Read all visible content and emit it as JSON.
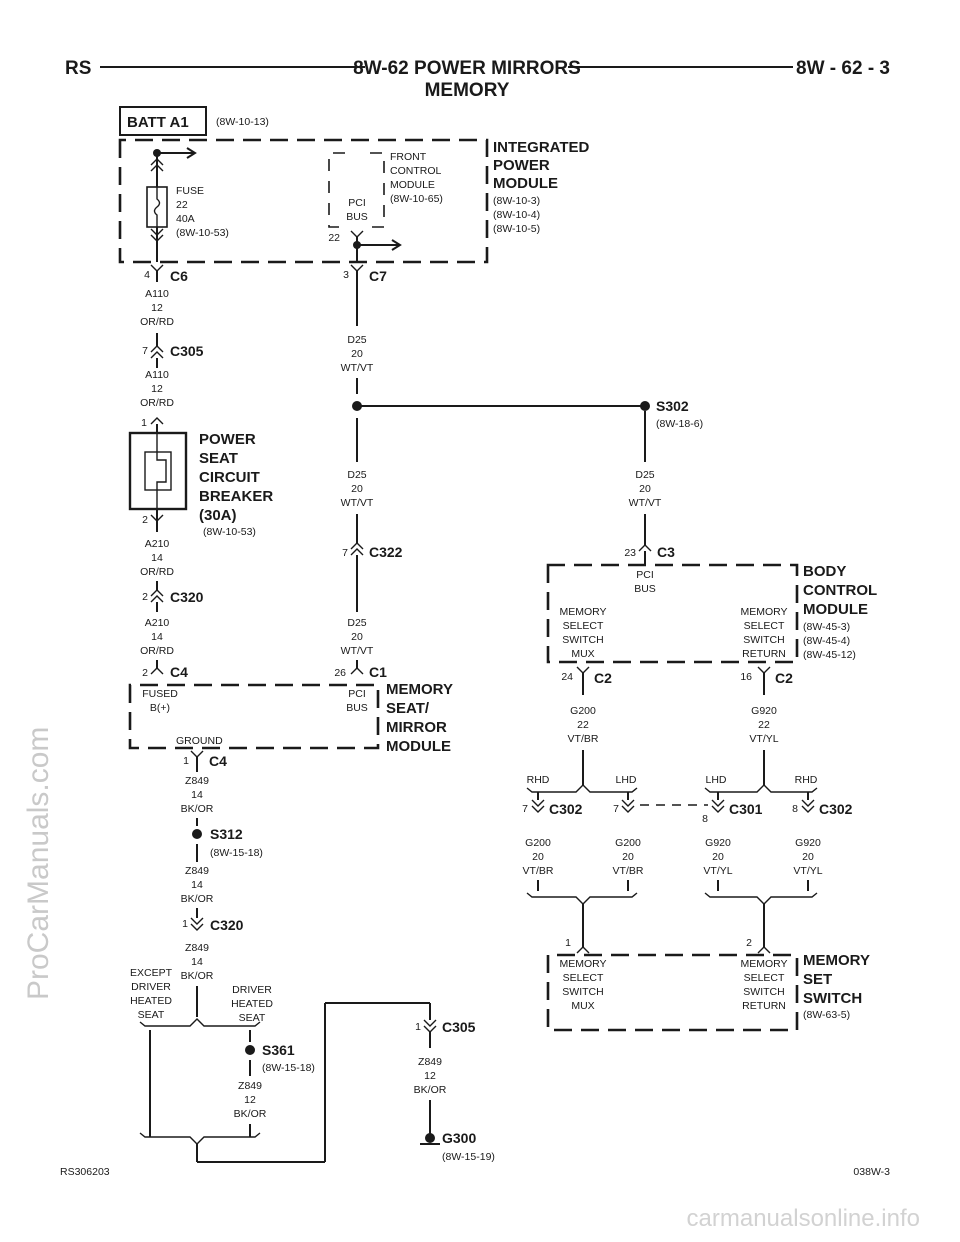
{
  "header": {
    "left": "RS",
    "title_line1": "8W-62 POWER MIRRORS",
    "title_line2": "MEMORY",
    "right": "8W - 62 - 3"
  },
  "batt": {
    "label": "BATT A1",
    "ref": "(8W-10-13)"
  },
  "ipm": {
    "name_lines": [
      "INTEGRATED",
      "POWER",
      "MODULE"
    ],
    "refs": [
      "(8W-10-3)",
      "(8W-10-4)",
      "(8W-10-5)"
    ],
    "fuse_lines": [
      "FUSE",
      "22",
      "40A",
      "(8W-10-53)"
    ],
    "fcm_lines": [
      "FRONT",
      "CONTROL",
      "MODULE",
      "(8W-10-65)"
    ],
    "pci_lines": [
      "PCI",
      "BUS"
    ],
    "pin22": "22"
  },
  "connectors": {
    "c6": {
      "pin": "4",
      "name": "C6"
    },
    "c7": {
      "pin": "3",
      "name": "C7"
    },
    "c305a": {
      "pin": "7",
      "name": "C305"
    },
    "c322": {
      "pin": "7",
      "name": "C322"
    },
    "c320a": {
      "pin": "2",
      "name": "C320"
    },
    "c4a": {
      "pin": "2",
      "name": "C4"
    },
    "c1": {
      "pin": "26",
      "name": "C1"
    },
    "c4b": {
      "pin": "1",
      "name": "C4"
    },
    "c320b": {
      "pin": "1",
      "name": "C320"
    },
    "c305b": {
      "pin": "1",
      "name": "C305"
    },
    "c3": {
      "pin": "23",
      "name": "C3"
    },
    "c2a": {
      "pin": "24",
      "name": "C2"
    },
    "c2b": {
      "pin": "16",
      "name": "C2"
    },
    "c302a": {
      "pin": "7",
      "name": "C302"
    },
    "c301": {
      "pin": "8",
      "name": "C301"
    },
    "c302b": {
      "pin": "8",
      "name": "C302"
    },
    "pin7b": "7"
  },
  "wires": {
    "a110_1": [
      "A110",
      "12",
      "OR/RD"
    ],
    "a110_2": [
      "A110",
      "12",
      "OR/RD"
    ],
    "a210_1": [
      "A210",
      "14",
      "OR/RD"
    ],
    "a210_2": [
      "A210",
      "14",
      "OR/RD"
    ],
    "d25_1": [
      "D25",
      "20",
      "WT/VT"
    ],
    "d25_2": [
      "D25",
      "20",
      "WT/VT"
    ],
    "d25_3": [
      "D25",
      "20",
      "WT/VT"
    ],
    "d25_4": [
      "D25",
      "20",
      "WT/VT"
    ],
    "z849_1": [
      "Z849",
      "14",
      "BK/OR"
    ],
    "z849_2": [
      "Z849",
      "14",
      "BK/OR"
    ],
    "z849_3": [
      "Z849",
      "14",
      "BK/OR"
    ],
    "z849_4": [
      "Z849",
      "12",
      "BK/OR"
    ],
    "z849_5": [
      "Z849",
      "12",
      "BK/OR"
    ],
    "g200_1": [
      "G200",
      "22",
      "VT/BR"
    ],
    "g200_2": [
      "G200",
      "20",
      "VT/BR"
    ],
    "g200_3": [
      "G200",
      "20",
      "VT/BR"
    ],
    "g920_1": [
      "G920",
      "22",
      "VT/YL"
    ],
    "g920_2": [
      "G920",
      "20",
      "VT/YL"
    ],
    "g920_3": [
      "G920",
      "20",
      "VT/YL"
    ]
  },
  "breaker": {
    "name_lines": [
      "POWER",
      "SEAT",
      "CIRCUIT",
      "BREAKER",
      "(30A)"
    ],
    "ref": "(8W-10-53)",
    "pin1": "1",
    "pin2": "2"
  },
  "splices": {
    "s302": {
      "name": "S302",
      "ref": "(8W-18-6)"
    },
    "s312": {
      "name": "S312",
      "ref": "(8W-15-18)"
    },
    "s361": {
      "name": "S361",
      "ref": "(8W-15-18)"
    }
  },
  "mem_seat": {
    "name_lines": [
      "MEMORY",
      "SEAT/",
      "MIRROR",
      "MODULE"
    ],
    "fused_lines": [
      "FUSED",
      "B(+)"
    ],
    "pci_lines": [
      "PCI",
      "BUS"
    ],
    "ground": "GROUND"
  },
  "bcm": {
    "name_lines": [
      "BODY",
      "CONTROL",
      "MODULE"
    ],
    "refs": [
      "(8W-45-3)",
      "(8W-45-4)",
      "(8W-45-12)"
    ],
    "pci_lines": [
      "PCI",
      "BUS"
    ],
    "mux_lines": [
      "MEMORY",
      "SELECT",
      "SWITCH",
      "MUX"
    ],
    "ret_lines": [
      "MEMORY",
      "SELECT",
      "SWITCH",
      "RETURN"
    ]
  },
  "variants": {
    "rhd": "RHD",
    "lhd": "LHD"
  },
  "heated": {
    "except_lines": [
      "EXCEPT",
      "DRIVER",
      "HEATED",
      "SEAT"
    ],
    "driver_lines": [
      "DRIVER",
      "HEATED",
      "SEAT"
    ]
  },
  "ground": {
    "name": "G300",
    "ref": "(8W-15-19)"
  },
  "mss": {
    "name_lines": [
      "MEMORY",
      "SET",
      "SWITCH"
    ],
    "ref": "(8W-63-5)",
    "pin1": "1",
    "pin2": "2",
    "mux_lines": [
      "MEMORY",
      "SELECT",
      "SWITCH",
      "MUX"
    ],
    "ret_lines": [
      "MEMORY",
      "SELECT",
      "SWITCH",
      "RETURN"
    ]
  },
  "footer": {
    "left": "RS306203",
    "right": "038W-3"
  },
  "watermarks": {
    "side": "ProCarManuals.com",
    "bottom": "carmanualsonline.info"
  }
}
